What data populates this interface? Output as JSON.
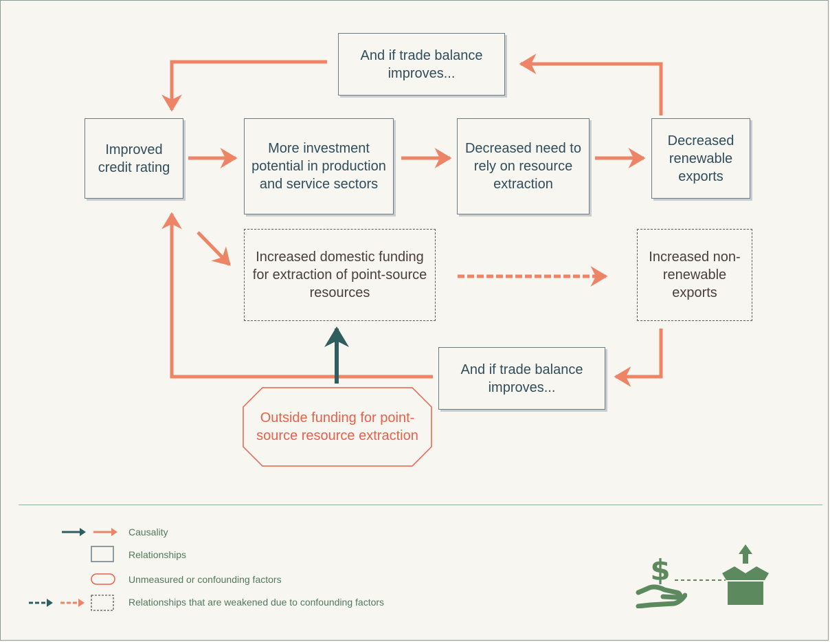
{
  "diagram": {
    "top_feedback_box": "And if trade balance improves...",
    "improved_credit_box": "Improved credit rating",
    "investment_box": "More investment potential in production and service sectors",
    "resource_extraction_box": "Decreased need to rely on resource extraction",
    "renewable_exports_box": "Decreased renewable exports",
    "domestic_funding_box": "Increased domestic funding for extraction of point-source resources",
    "nonrenewable_exports_box": "Increased non-renewable exports",
    "bottom_feedback_box": "And if trade balance improves...",
    "outside_funding_box": "Outside funding for point-source resource extraction"
  },
  "legend": {
    "causality": "Causality",
    "relationships": "Relationships",
    "unmeasured": "Unmeasured or confounding factors",
    "weakened": "Relationships that are weakened due to confounding factors"
  },
  "icons": [
    "dollar-hand-icon",
    "box-arrow-icon"
  ],
  "colors": {
    "causal_orange": "#ee8466",
    "causal_teal": "#2e5e5f",
    "box_text": "#2f4d5b",
    "confounding_red": "#e8604a",
    "legend_green": "#4f7a5a"
  }
}
